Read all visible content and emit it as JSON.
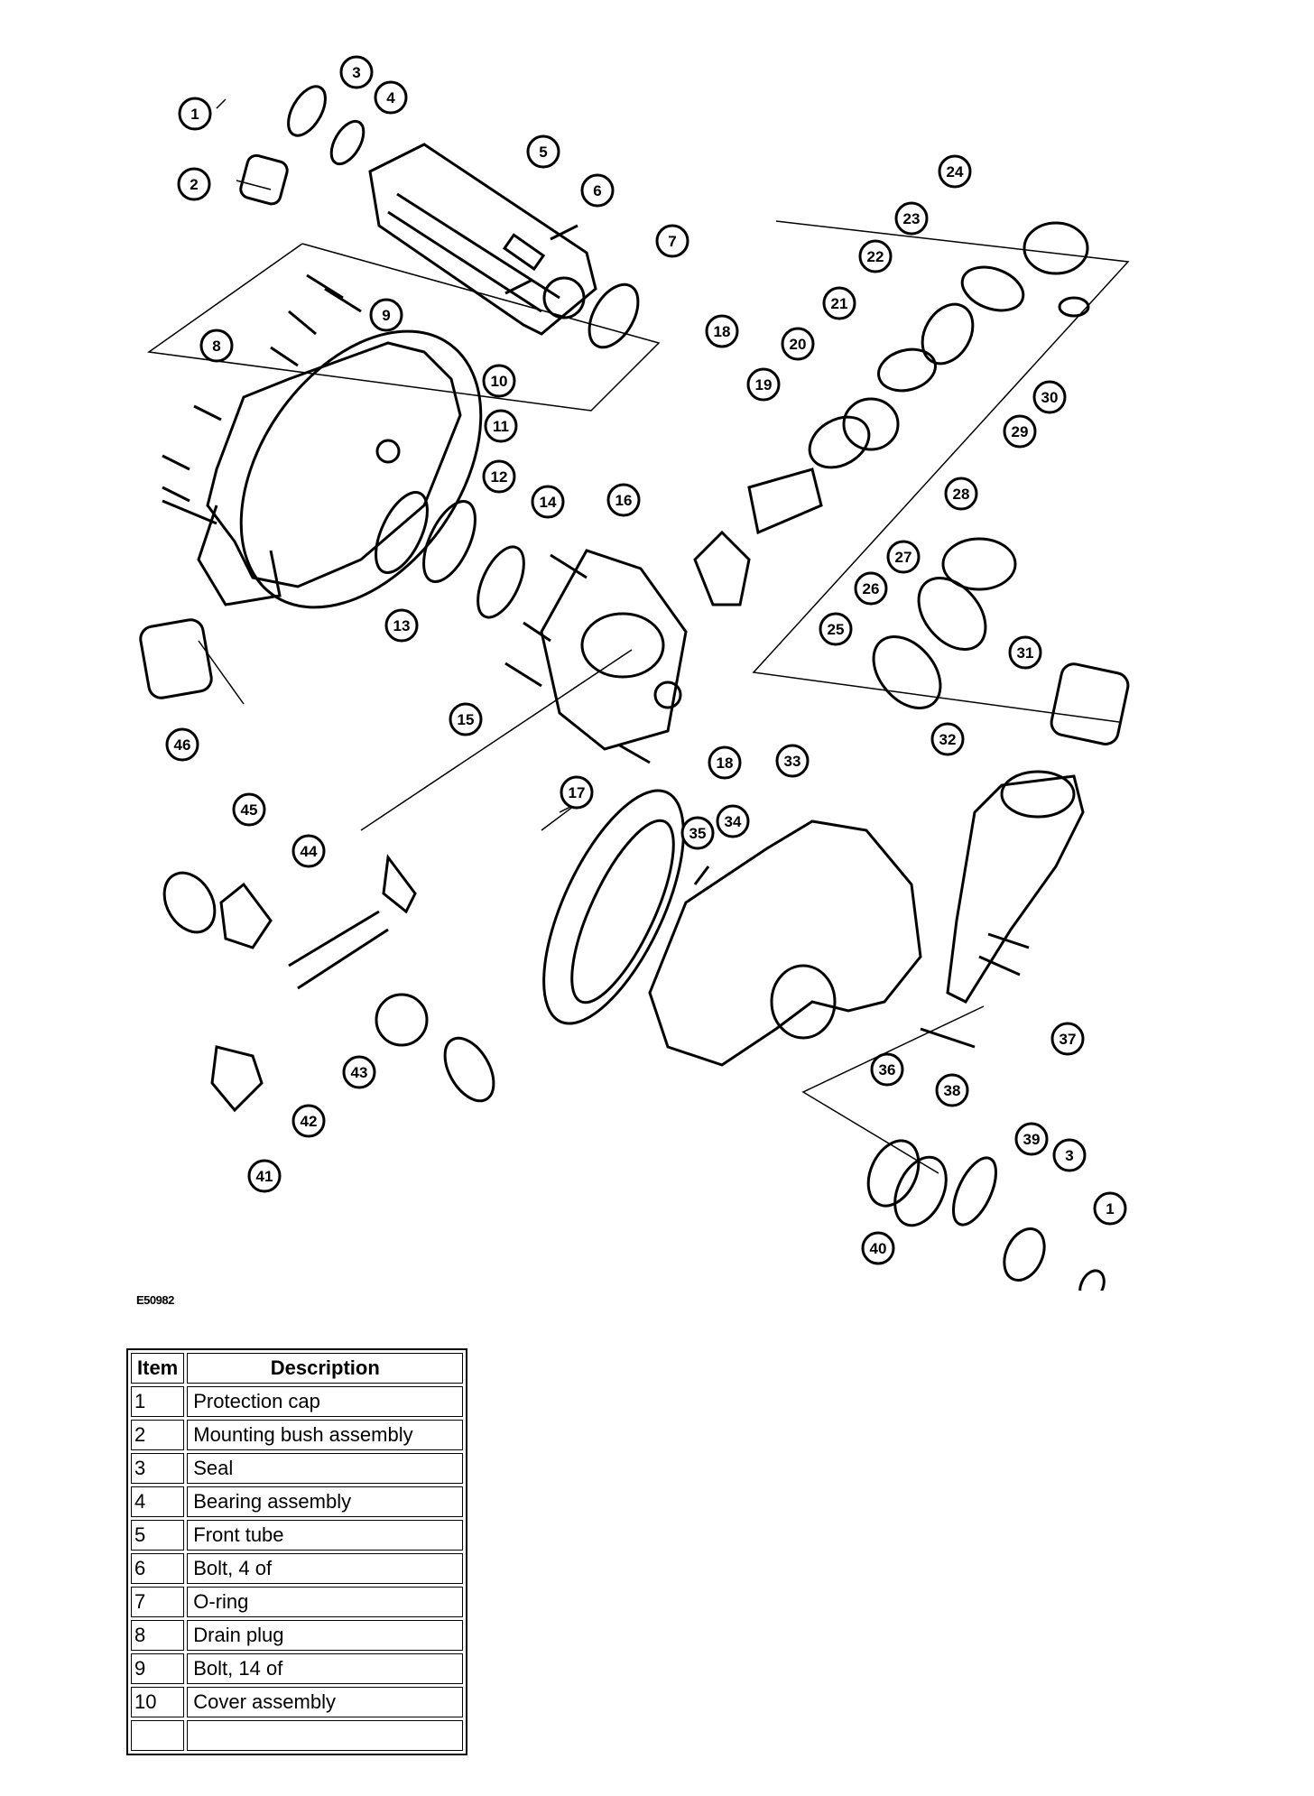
{
  "figure_id": "E50982",
  "table": {
    "headers": {
      "item": "Item",
      "description": "Description"
    },
    "rows": [
      {
        "item": "1",
        "description": "Protection cap"
      },
      {
        "item": "2",
        "description": "Mounting bush assembly"
      },
      {
        "item": "3",
        "description": "Seal"
      },
      {
        "item": "4",
        "description": "Bearing assembly"
      },
      {
        "item": "5",
        "description": "Front tube"
      },
      {
        "item": "6",
        "description": "Bolt, 4 of"
      },
      {
        "item": "7",
        "description": "O-ring"
      },
      {
        "item": "8",
        "description": "Drain plug"
      },
      {
        "item": "9",
        "description": "Bolt, 14 of"
      },
      {
        "item": "10",
        "description": "Cover assembly"
      }
    ]
  },
  "callouts": [
    "1",
    "2",
    "3",
    "4",
    "5",
    "6",
    "7",
    "8",
    "9",
    "10",
    "11",
    "12",
    "13",
    "14",
    "15",
    "16",
    "17",
    "18",
    "18",
    "19",
    "20",
    "21",
    "22",
    "23",
    "24",
    "25",
    "26",
    "27",
    "28",
    "29",
    "30",
    "31",
    "32",
    "33",
    "34",
    "35",
    "36",
    "37",
    "38",
    "39",
    "40",
    "41",
    "42",
    "43",
    "44",
    "45",
    "46",
    "3",
    "1"
  ]
}
